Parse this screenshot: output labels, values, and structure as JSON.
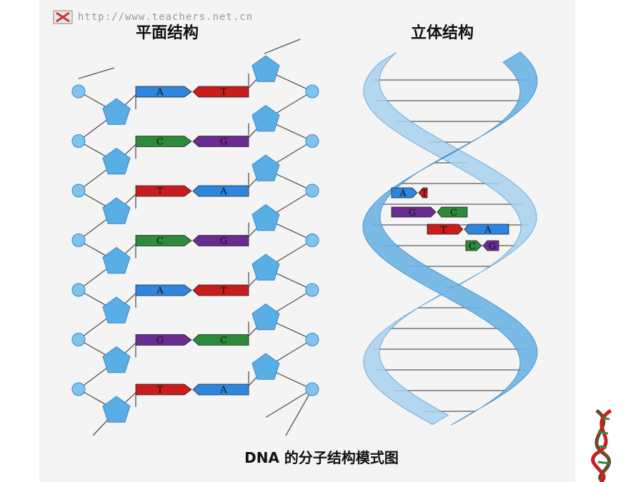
{
  "watermark": {
    "text": "http://www.teachers.net.cn",
    "icon": "x-logo-icon"
  },
  "titles": {
    "planar": "平面结构",
    "helix": "立体结构"
  },
  "caption": "DNA 的分子结构模式图",
  "colors": {
    "A": "#2e86de",
    "T": "#c91d1d",
    "C": "#2d8a3a",
    "G": "#6b2c91",
    "sugar": "#5aaee6",
    "phosphate": "#7fc3ef",
    "helix": "#6db4e6"
  },
  "planar_pairs": [
    {
      "left": "A",
      "right": "T"
    },
    {
      "left": "C",
      "right": "G"
    },
    {
      "left": "T",
      "right": "A"
    },
    {
      "left": "C",
      "right": "G"
    },
    {
      "left": "A",
      "right": "T"
    },
    {
      "left": "G",
      "right": "C"
    },
    {
      "left": "T",
      "right": "A"
    }
  ],
  "helix_pairs": [
    {
      "left": "A",
      "right": "T"
    },
    {
      "left": "G",
      "right": "C"
    },
    {
      "left": "T",
      "right": "A"
    },
    {
      "left": "C",
      "right": "G"
    }
  ]
}
